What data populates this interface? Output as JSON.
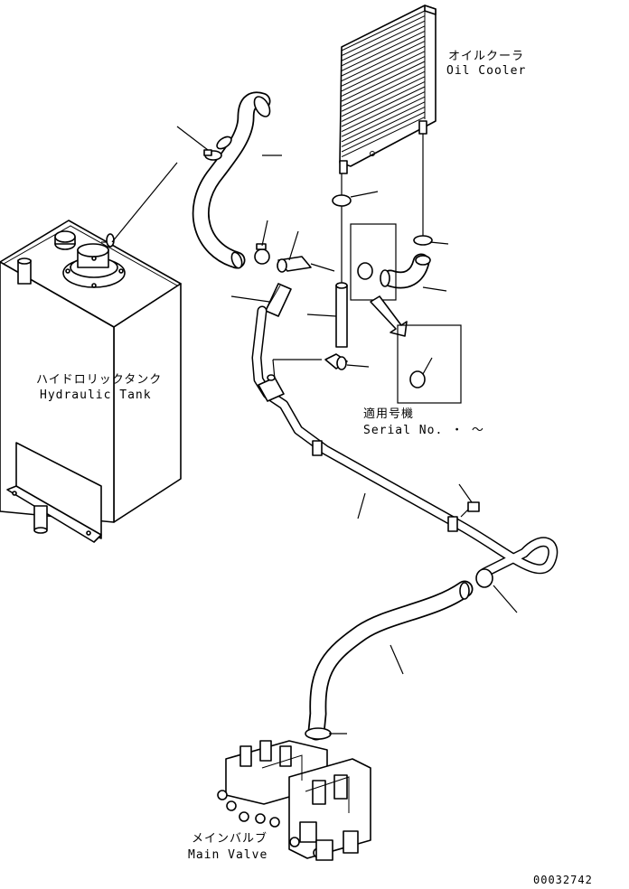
{
  "labels": {
    "oil_cooler_jp": "オイルクーラ",
    "oil_cooler_en": "Oil Cooler",
    "hydraulic_tank_jp": "ハイドロリックタンク",
    "hydraulic_tank_en": "Hydraulic Tank",
    "serial_jp": "適用号機",
    "serial_en": "Serial No.  ・ ～",
    "main_valve_jp": "メインバルブ",
    "main_valve_en": "Main Valve",
    "drawing_number": "00032742"
  }
}
